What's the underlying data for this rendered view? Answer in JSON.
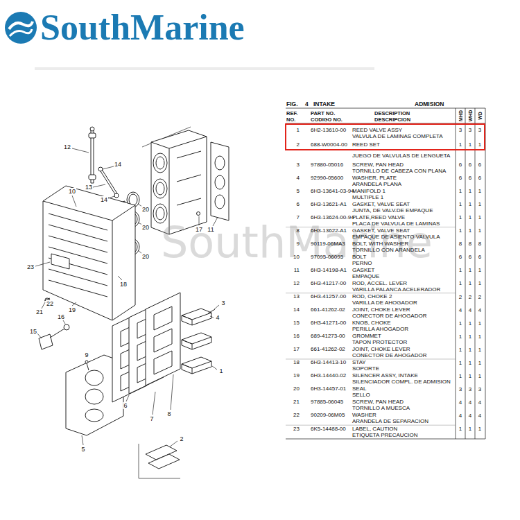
{
  "diagram": {
    "nodes": [
      {
        "text": [
          "1",
          "6H2-13610-00",
          "REED VALVE ASSY",
          "VALVULA DE LAMINAS COMPLETA",
          "3",
          "3",
          "3",
          "2",
          "688-W0004-00",
          "REED SET",
          "1",
          "1",
          "1"
        ]
      }
    ],
    "labels": [
      "SouthMarine",
      "SouthMarine",
      "FIG.",
      "4",
      "INTAKE",
      "ADMISION",
      "REF.",
      "NO.",
      "PART NO.",
      "CODIGO NO.",
      "DESCRIPTION",
      "DESCRIPCION",
      "MHD",
      "WHD",
      "WD",
      "JUEGO DE VALVULAS DE LENGUETA",
      "3",
      "97880-05016",
      "SCREW, PAN HEAD",
      "TORNILLO DE CABEZA CON PLANA",
      "6",
      "6",
      "6",
      "4",
      "92990-05600",
      "WASHER, PLATE",
      "ARANDELA PLANA",
      "6",
      "6",
      "6",
      "5",
      "6H3-13641-03-94",
      "MANIFOLD 1",
      "MULTIPLE 1",
      "1",
      "1",
      "1",
      "6",
      "6H3-13621-A1",
      "GASKET, VALVE SEAT",
      "JUNTA, DE VALV.DE EMPAQUE",
      "1",
      "1",
      "1",
      "7",
      "6H3-13624-00-94",
      "PLATE,REED VALVE",
      "PLACA DE VALVULA DE LAMINAS",
      "1",
      "1",
      "1",
      "8",
      "6H3-13622-A1",
      "GASKET, VALVE SEAT",
      "EMPAQUE DE ASIENTO VALVULA",
      "1",
      "1",
      "1",
      "9",
      "90119-06MA3",
      "BOLT, WITH WASHER",
      "TORNILLO CON ARANDELA",
      "8",
      "8",
      "8",
      "10",
      "97095-06095",
      "BOLT",
      "PERNO",
      "6",
      "6",
      "6",
      "11",
      "6H3-14198-A1",
      "GASKET",
      "EMPAQUE",
      "1",
      "1",
      "1",
      "12",
      "6H3-41217-00",
      "ROD, ACCEL. LEVER",
      "VARILLA PALANCA ACELERADOR",
      "1",
      "1",
      "1",
      "13",
      "6H3-41257-00",
      "ROD, CHOKE 2",
      "VARILLA DE AHOGADOR",
      "2",
      "2",
      "2",
      "14",
      "661-41262-02",
      "JOINT, CHOKE LEVER",
      "CONECTOR DE AHOGADOR",
      "4",
      "4",
      "4",
      "15",
      "6H3-41271-00",
      "KNOB, CHOKE",
      "PERILLA AHOGADOR",
      "1",
      "1",
      "1",
      "16",
      "689-41273-00",
      "GROMMET",
      "TAPON PROTECTOR",
      "1",
      "1",
      "1",
      "17",
      "661-41262-02",
      "JOINT, CHOKE LEVER",
      "CONECTOR DE AHOGADOR",
      "1",
      "1",
      "1",
      "18",
      "6H3-14413-10",
      "STAY",
      "SOPORTE",
      "1",
      "1",
      "1",
      "19",
      "6H3-14440-02",
      "SILENCER ASSY, INTAKE",
      "SILENCIADOR COMPL. DE ADMISION",
      "1",
      "1",
      "1",
      "20",
      "6H3-14457-01",
      "SEAL",
      "SELLO",
      "3",
      "3",
      "3",
      "21",
      "97885-06045",
      "SCREW, PAN HEAD",
      "TORNILLO A MUESCA",
      "4",
      "4",
      "4",
      "22",
      "90209-06M05",
      "WASHER",
      "ARANDELA DE SEPARACION",
      "4",
      "4",
      "4",
      "23",
      "6K5-14488-00",
      "LABEL, CAUTION",
      "ETIQUETA PRECAUCION",
      "1",
      "1",
      "1",
      "12",
      "14",
      "10",
      "13",
      "14",
      "20",
      "17",
      "11",
      "20",
      "20",
      "23",
      "18",
      "19",
      "22",
      "21",
      "16",
      "3",
      "4",
      "15",
      "1",
      "9",
      "6",
      "8",
      "7",
      "2",
      "5"
    ]
  }
}
